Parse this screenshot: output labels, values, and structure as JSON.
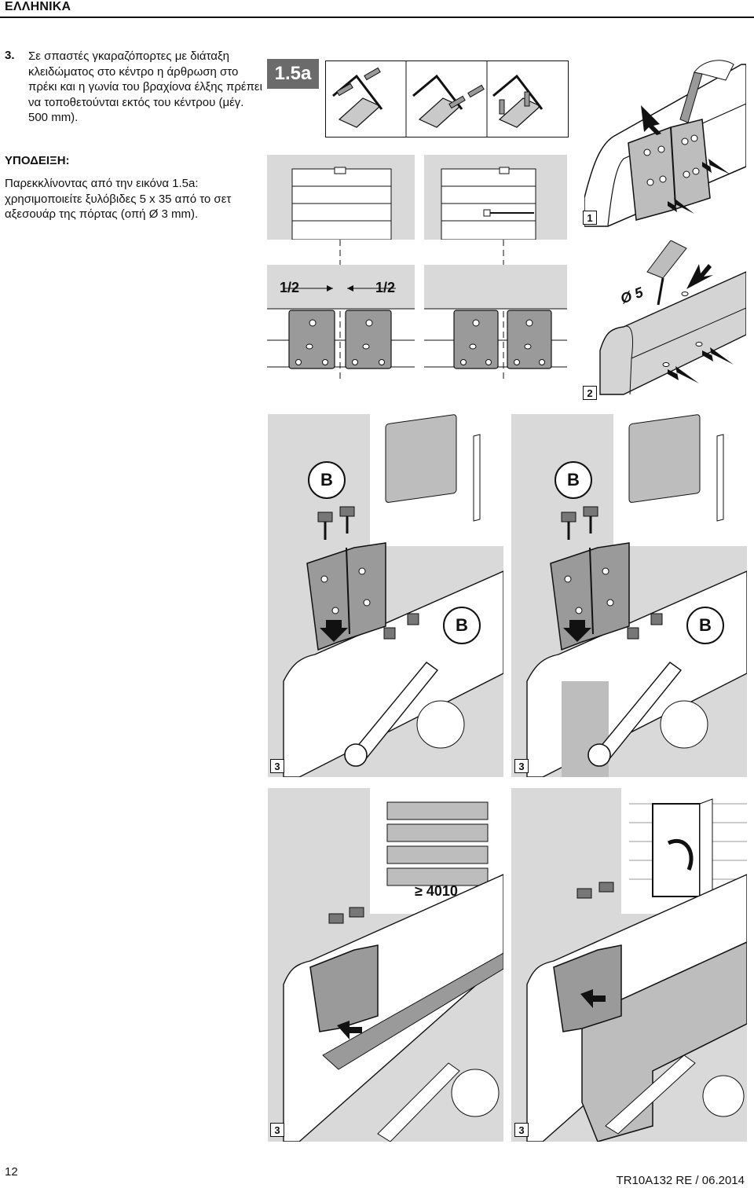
{
  "header": {
    "language": "ΕΛΛΗΝΙΚΑ"
  },
  "instruction": {
    "step_number": "3.",
    "text": "Σε σπαστές γκαραζόπορτες με διάταξη κλειδώματος στο κέντρο η άρθρωση στο πρέκι και η γωνία του βραχίονα έλξης πρέπει να τοποθετούνται εκτός του κέντρου (μέγ. 500 mm)."
  },
  "note": {
    "heading": "ΥΠΟΔΕΙΞΗ:",
    "text": "Παρεκκλίνοντας από την εικόνα 1.5a: χρησιμοποιείτε ξυλόβιδες 5 x 35 από το σετ αξεσουάρ της πόρτας (οπή Ø 3 mm)."
  },
  "figure": {
    "label": "1.5a",
    "half_label": "1/2",
    "drill_diameter": "Ø 5",
    "dimension": "≥ 4010",
    "screw_label": "B",
    "step_boxes": [
      "1",
      "2",
      "3",
      "3",
      "3",
      "3"
    ],
    "colors": {
      "panel_fill": "#c9c9c9",
      "panel_dark": "#8e8e8e",
      "line": "#111111",
      "bg_grey": "#d9d9d9"
    }
  },
  "footer": {
    "page_number": "12",
    "doc_code": "TR10A132  RE / 06.2014"
  }
}
